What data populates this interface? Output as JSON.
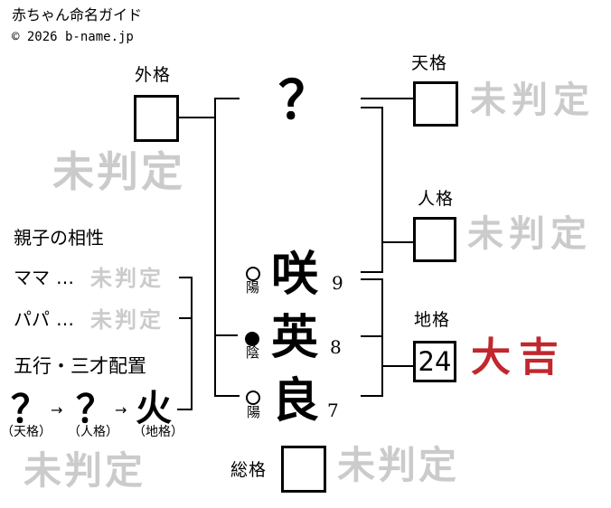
{
  "header": {
    "title": "赤ちゃん命名ガイド",
    "copyright": "© 2026 b-name.jp"
  },
  "diagram": {
    "surname_placeholder": "？",
    "gaikaku": {
      "label": "外格",
      "result": "未判定"
    },
    "tenkaku": {
      "label": "天格",
      "result": "未判定"
    },
    "jinkaku": {
      "label": "人格",
      "result": "未判定"
    },
    "chikaku": {
      "label": "地格",
      "value": "24",
      "result": "大吉"
    },
    "soukaku": {
      "label": "総格",
      "result": "未判定"
    },
    "extra_watermark": "未判定",
    "name": [
      {
        "char": "咲",
        "strokes": "9",
        "polarity": "陽",
        "polarity_symbol": "○"
      },
      {
        "char": "英",
        "strokes": "8",
        "polarity": "陰",
        "polarity_symbol": "●"
      },
      {
        "char": "良",
        "strokes": "7",
        "polarity": "陽",
        "polarity_symbol": "○"
      }
    ]
  },
  "compatibility": {
    "heading": "親子の相性",
    "rows": [
      {
        "label": "ママ",
        "separator": "…",
        "value": "未判定"
      },
      {
        "label": "パパ",
        "separator": "…",
        "value": "未判定"
      }
    ]
  },
  "gogyo": {
    "heading": "五行・三才配置",
    "arrow": "→",
    "sequence": [
      {
        "element": "？",
        "kaku": "（天格）"
      },
      {
        "element": "？",
        "kaku": "（人格）"
      },
      {
        "element": "火",
        "kaku": "（地格）"
      }
    ]
  },
  "colors": {
    "result_good_red": "#c1272d",
    "watermark_gray": "#cbcbcb",
    "line_black": "#000000"
  }
}
